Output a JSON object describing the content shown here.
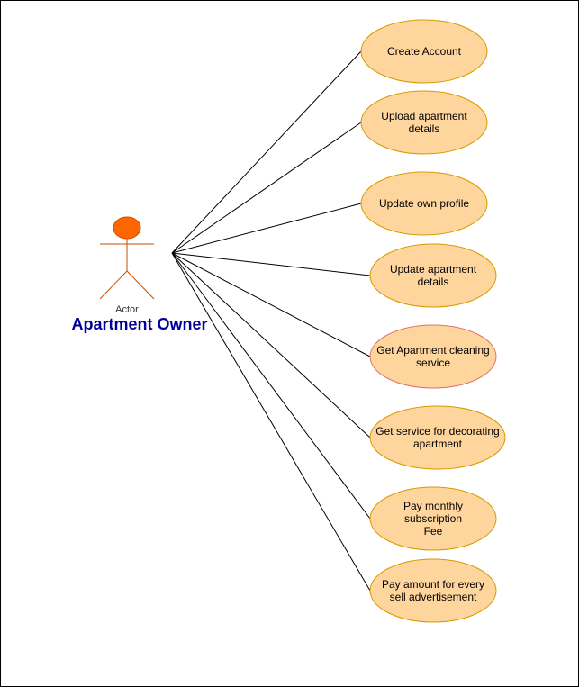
{
  "actor": {
    "caption": "Actor",
    "role": "Apartment Owner",
    "fill": "#ff6600",
    "stroke": "#cc4c00"
  },
  "use_case_style": {
    "fill": "#ffd59e",
    "stroke": "#d79b00",
    "highlight_stroke": "#e0736a",
    "line": "#000000"
  },
  "use_cases": [
    {
      "lines": [
        "Create Account"
      ]
    },
    {
      "lines": [
        "Upload apartment",
        "details"
      ]
    },
    {
      "lines": [
        "Update own profile"
      ]
    },
    {
      "lines": [
        "Update apartment",
        "details"
      ]
    },
    {
      "lines": [
        "Get Apartment cleaning",
        "service"
      ],
      "highlighted": true
    },
    {
      "lines": [
        "Get service for decorating",
        "apartment"
      ]
    },
    {
      "lines": [
        "Pay monthly",
        "subscription",
        "Fee"
      ]
    },
    {
      "lines": [
        "Pay amount for every",
        "sell advertisement"
      ]
    }
  ]
}
